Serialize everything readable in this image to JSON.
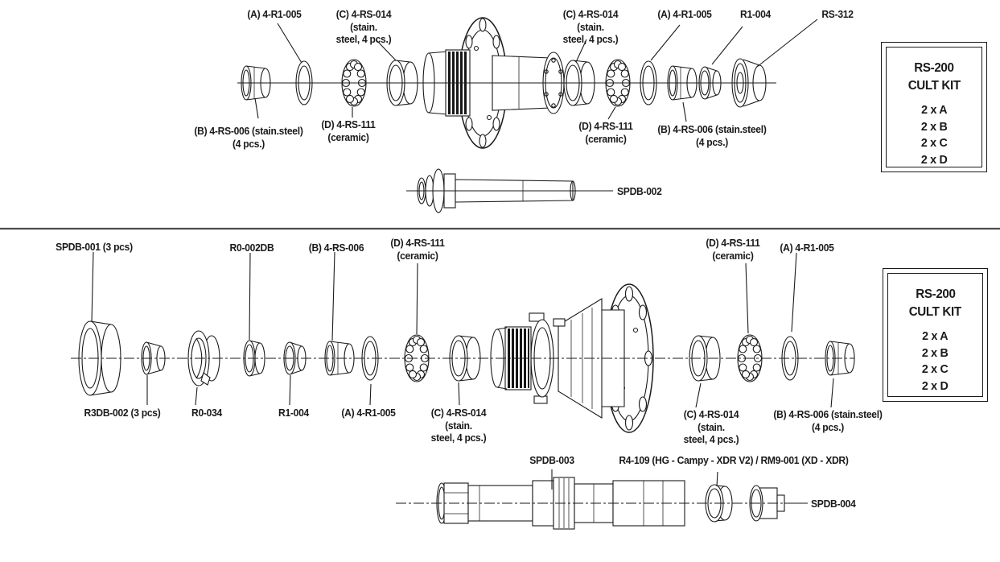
{
  "front_hub": {
    "above": [
      "(A) 4-R1-005",
      "(C) 4-RS-014 (stain.\nsteel, 4 pcs.)",
      "(C) 4-RS-014 (stain.\nsteel, 4 pcs.)",
      "(A) 4-R1-005",
      "R1-004",
      "RS-312"
    ],
    "below": [
      "(B) 4-RS-006 (stain.steel)\n(4 pcs.)",
      "(D) 4-RS-111\n(ceramic)",
      "(D) 4-RS-111\n(ceramic)",
      "(B) 4-RS-006 (stain.steel)\n(4 pcs.)"
    ],
    "axle": "SPDB-002"
  },
  "rear_hub": {
    "above": [
      "SPDB-001 (3 pcs)",
      "R0-002DB",
      "(B) 4-RS-006",
      "(D) 4-RS-111\n(ceramic)",
      "(D) 4-RS-111\n(ceramic)",
      "(A) 4-R1-005"
    ],
    "below": [
      "R3DB-002 (3 pcs)",
      "R0-034",
      "R1-004",
      "(A) 4-R1-005",
      "(C) 4-RS-014 (stain.\nsteel, 4 pcs.)",
      "(C) 4-RS-014 (stain.\nsteel, 4 pcs.)",
      "(B) 4-RS-006 (stain.steel)\n(4 pcs.)"
    ],
    "axle": "SPDB-003",
    "freehub_note": "R4-109 (HG - Campy - XDR V2) / RM9-001 (XD - XDR)",
    "end_cap": "SPDB-004"
  },
  "kit_box": {
    "title": "RS-200",
    "subtitle": "CULT KIT",
    "items": [
      "2 x A",
      "2 x B",
      "2 x C",
      "2 x D"
    ]
  },
  "colors": {
    "ink": "#1a1a1a",
    "paper": "#ffffff"
  }
}
